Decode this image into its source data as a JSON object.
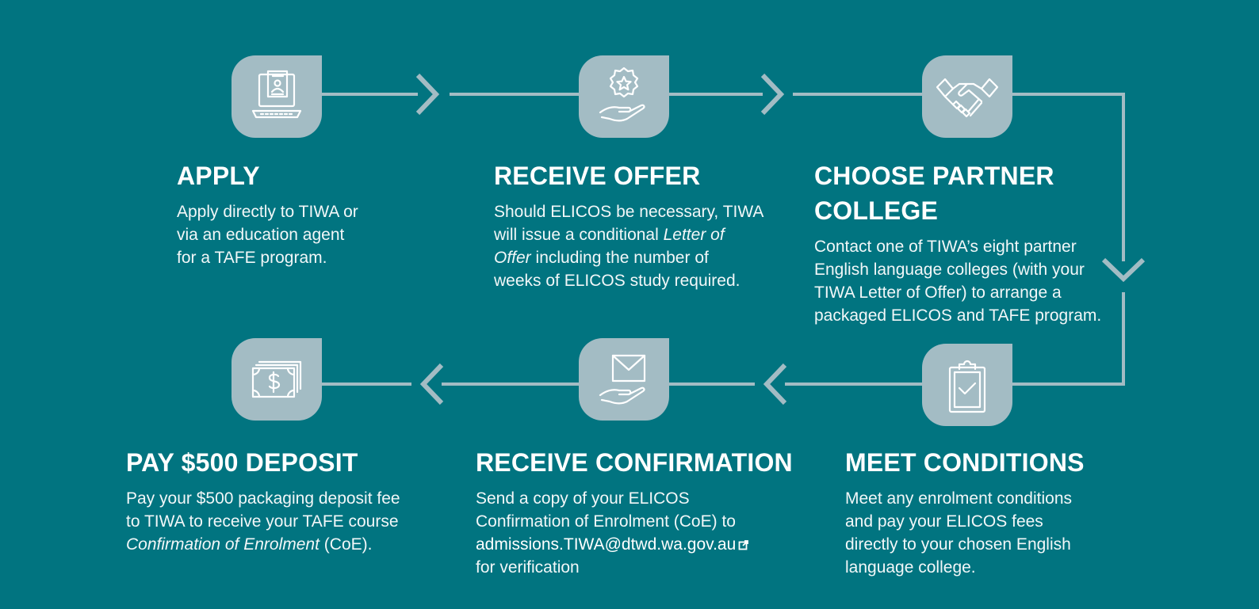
{
  "steps": [
    {
      "id": "apply",
      "icon": "laptop-application-icon",
      "title": "APPLY",
      "desc": [
        "Apply directly to TIWA or",
        "via an education agent",
        "for a TAFE program."
      ]
    },
    {
      "id": "receive-offer",
      "icon": "hand-award-icon",
      "title": "RECEIVE OFFER",
      "desc_line1": "Should ELICOS be necessary, TIWA",
      "desc_line2_pre": "will issue a conditional ",
      "desc_line2_em": "Letter of",
      "desc_line3_em": "Offer",
      "desc_line3_post": " including the number of",
      "desc_line4": "weeks of ELICOS study required."
    },
    {
      "id": "choose-partner-college",
      "icon": "handshake-icon",
      "title_line1": "CHOOSE PARTNER",
      "title_line2": "COLLEGE",
      "desc": [
        "Contact one of TIWA’s eight partner",
        "English language colleges (with your",
        "TIWA Letter of Offer) to arrange a",
        "packaged ELICOS and TAFE program."
      ]
    },
    {
      "id": "meet-conditions",
      "icon": "clipboard-check-icon",
      "title": "MEET CONDITIONS",
      "desc": [
        "Meet any enrolment conditions",
        "and pay your ELICOS fees",
        "directly to your chosen English",
        "language college."
      ]
    },
    {
      "id": "receive-confirmation",
      "icon": "hand-envelope-icon",
      "title": "RECEIVE CONFIRMATION",
      "desc_line1": "Send a copy of your ELICOS",
      "desc_line2": "Confirmation of Enrolment (CoE) to",
      "email": "admissions.TIWA@dtwd.wa.gov.au",
      "email_icon": "external-link-icon",
      "desc_line4": "for verification"
    },
    {
      "id": "pay-deposit",
      "icon": "banknote-dollar-icon",
      "title": "PAY $500 DEPOSIT",
      "desc_line1": "Pay your $500 packaging deposit fee",
      "desc_line2": "to TIWA to receive your TAFE course",
      "desc_line3_em": "Confirmation of Enrolment",
      "desc_line3_post": " (CoE)."
    }
  ],
  "colors": {
    "background": "#017480",
    "icon_tile": "#a3bcc4",
    "connector": "#a3bcc4",
    "text": "#ffffff"
  }
}
